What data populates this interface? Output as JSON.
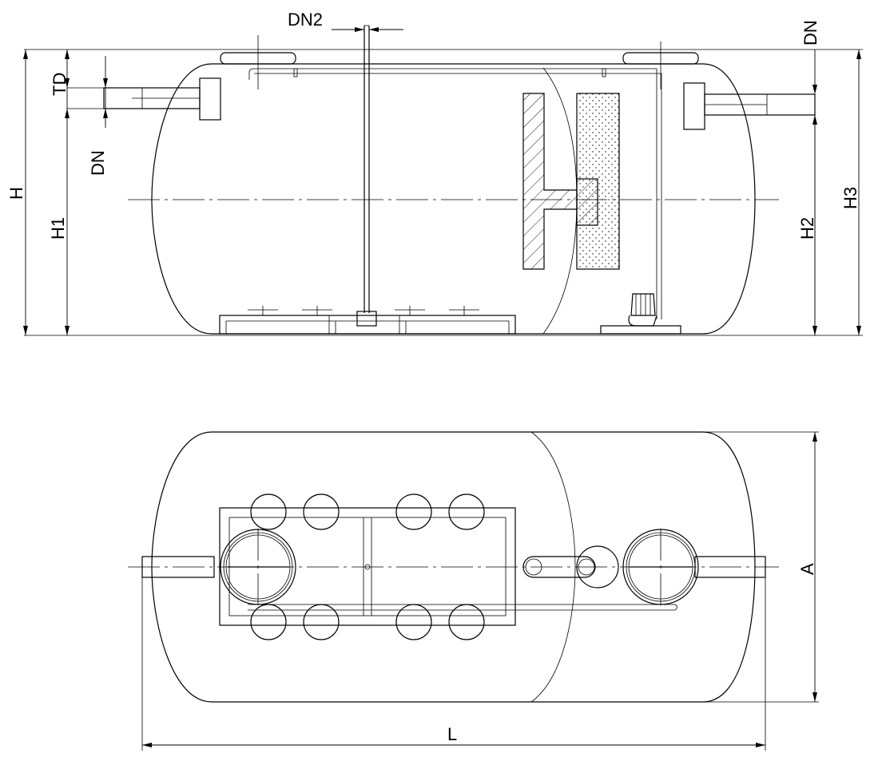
{
  "labels": {
    "dn2": "DN2",
    "dn_top_right": "DN",
    "td": "TD",
    "dn_left": "DN",
    "h": "H",
    "h1": "H1",
    "h2": "H2",
    "h3": "H3",
    "a": "A",
    "l": "L"
  },
  "colors": {
    "line": "#000000",
    "background": "#ffffff"
  }
}
